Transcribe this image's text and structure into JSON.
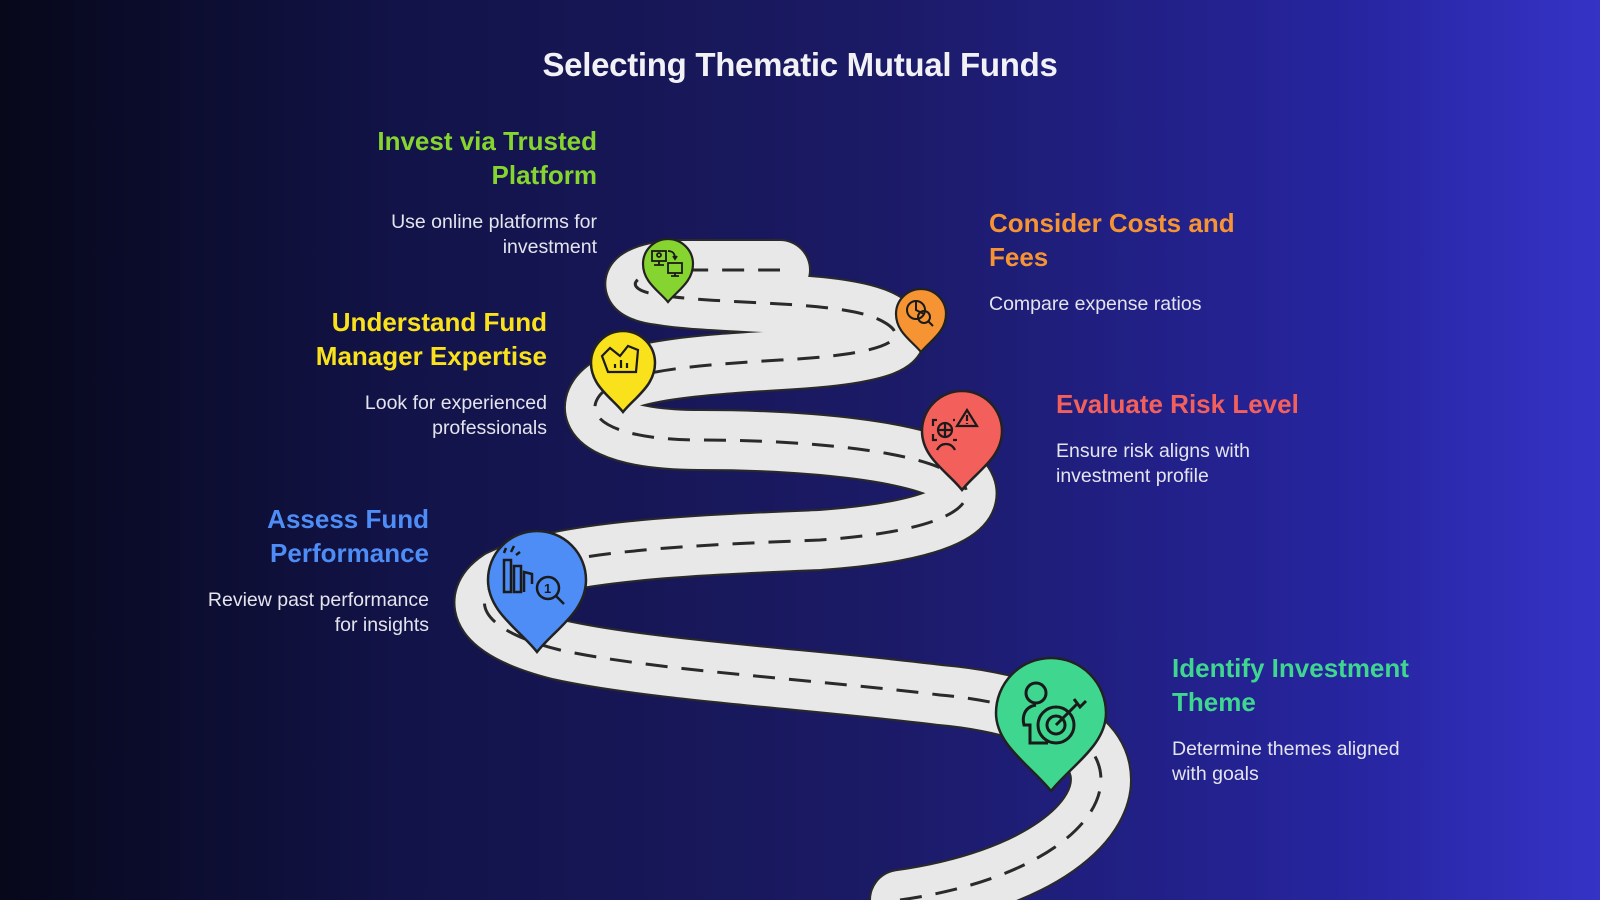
{
  "title": "Selecting Thematic Mutual Funds",
  "steps": [
    {
      "order": 1,
      "heading": "Identify Investment Theme",
      "heading_lines": [
        "Identify Investment",
        "Theme"
      ],
      "description_lines": [
        "Determine themes aligned",
        "with goals"
      ],
      "color": "#3fd68f",
      "icon": "person-target-icon",
      "side": "right"
    },
    {
      "order": 2,
      "heading": "Assess Fund Performance",
      "heading_lines": [
        "Assess Fund",
        "Performance"
      ],
      "description_lines": [
        "Review past performance",
        "for insights"
      ],
      "color": "#4d8df5",
      "icon": "bar-chart-magnifier-icon",
      "side": "left"
    },
    {
      "order": 3,
      "heading": "Evaluate Risk Level",
      "heading_lines": [
        "Evaluate Risk Level"
      ],
      "description_lines": [
        "Ensure risk aligns with",
        "investment profile"
      ],
      "color": "#f3605c",
      "icon": "risk-warning-icon",
      "side": "right"
    },
    {
      "order": 4,
      "heading": "Understand Fund Manager Expertise",
      "heading_lines": [
        "Understand Fund",
        "Manager Expertise"
      ],
      "description_lines": [
        "Look for experienced",
        "professionals"
      ],
      "color": "#f9e21b",
      "icon": "crown-chart-icon",
      "side": "left"
    },
    {
      "order": 5,
      "heading": "Consider Costs and Fees",
      "heading_lines": [
        "Consider Costs and",
        "Fees"
      ],
      "description_lines": [
        "Compare expense ratios"
      ],
      "color": "#f69433",
      "icon": "pie-chart-search-icon",
      "side": "right"
    },
    {
      "order": 6,
      "heading": "Invest via Trusted Platform",
      "heading_lines": [
        "Invest via Trusted",
        "Platform"
      ],
      "description_lines": [
        "Use online platforms for",
        "investment"
      ],
      "color": "#86d42f",
      "icon": "computer-transfer-icon",
      "side": "left"
    }
  ],
  "colors": {
    "road": "#e8e8e8",
    "road_outline": "#2a2a2a",
    "text_light": "#e4e4ee"
  }
}
